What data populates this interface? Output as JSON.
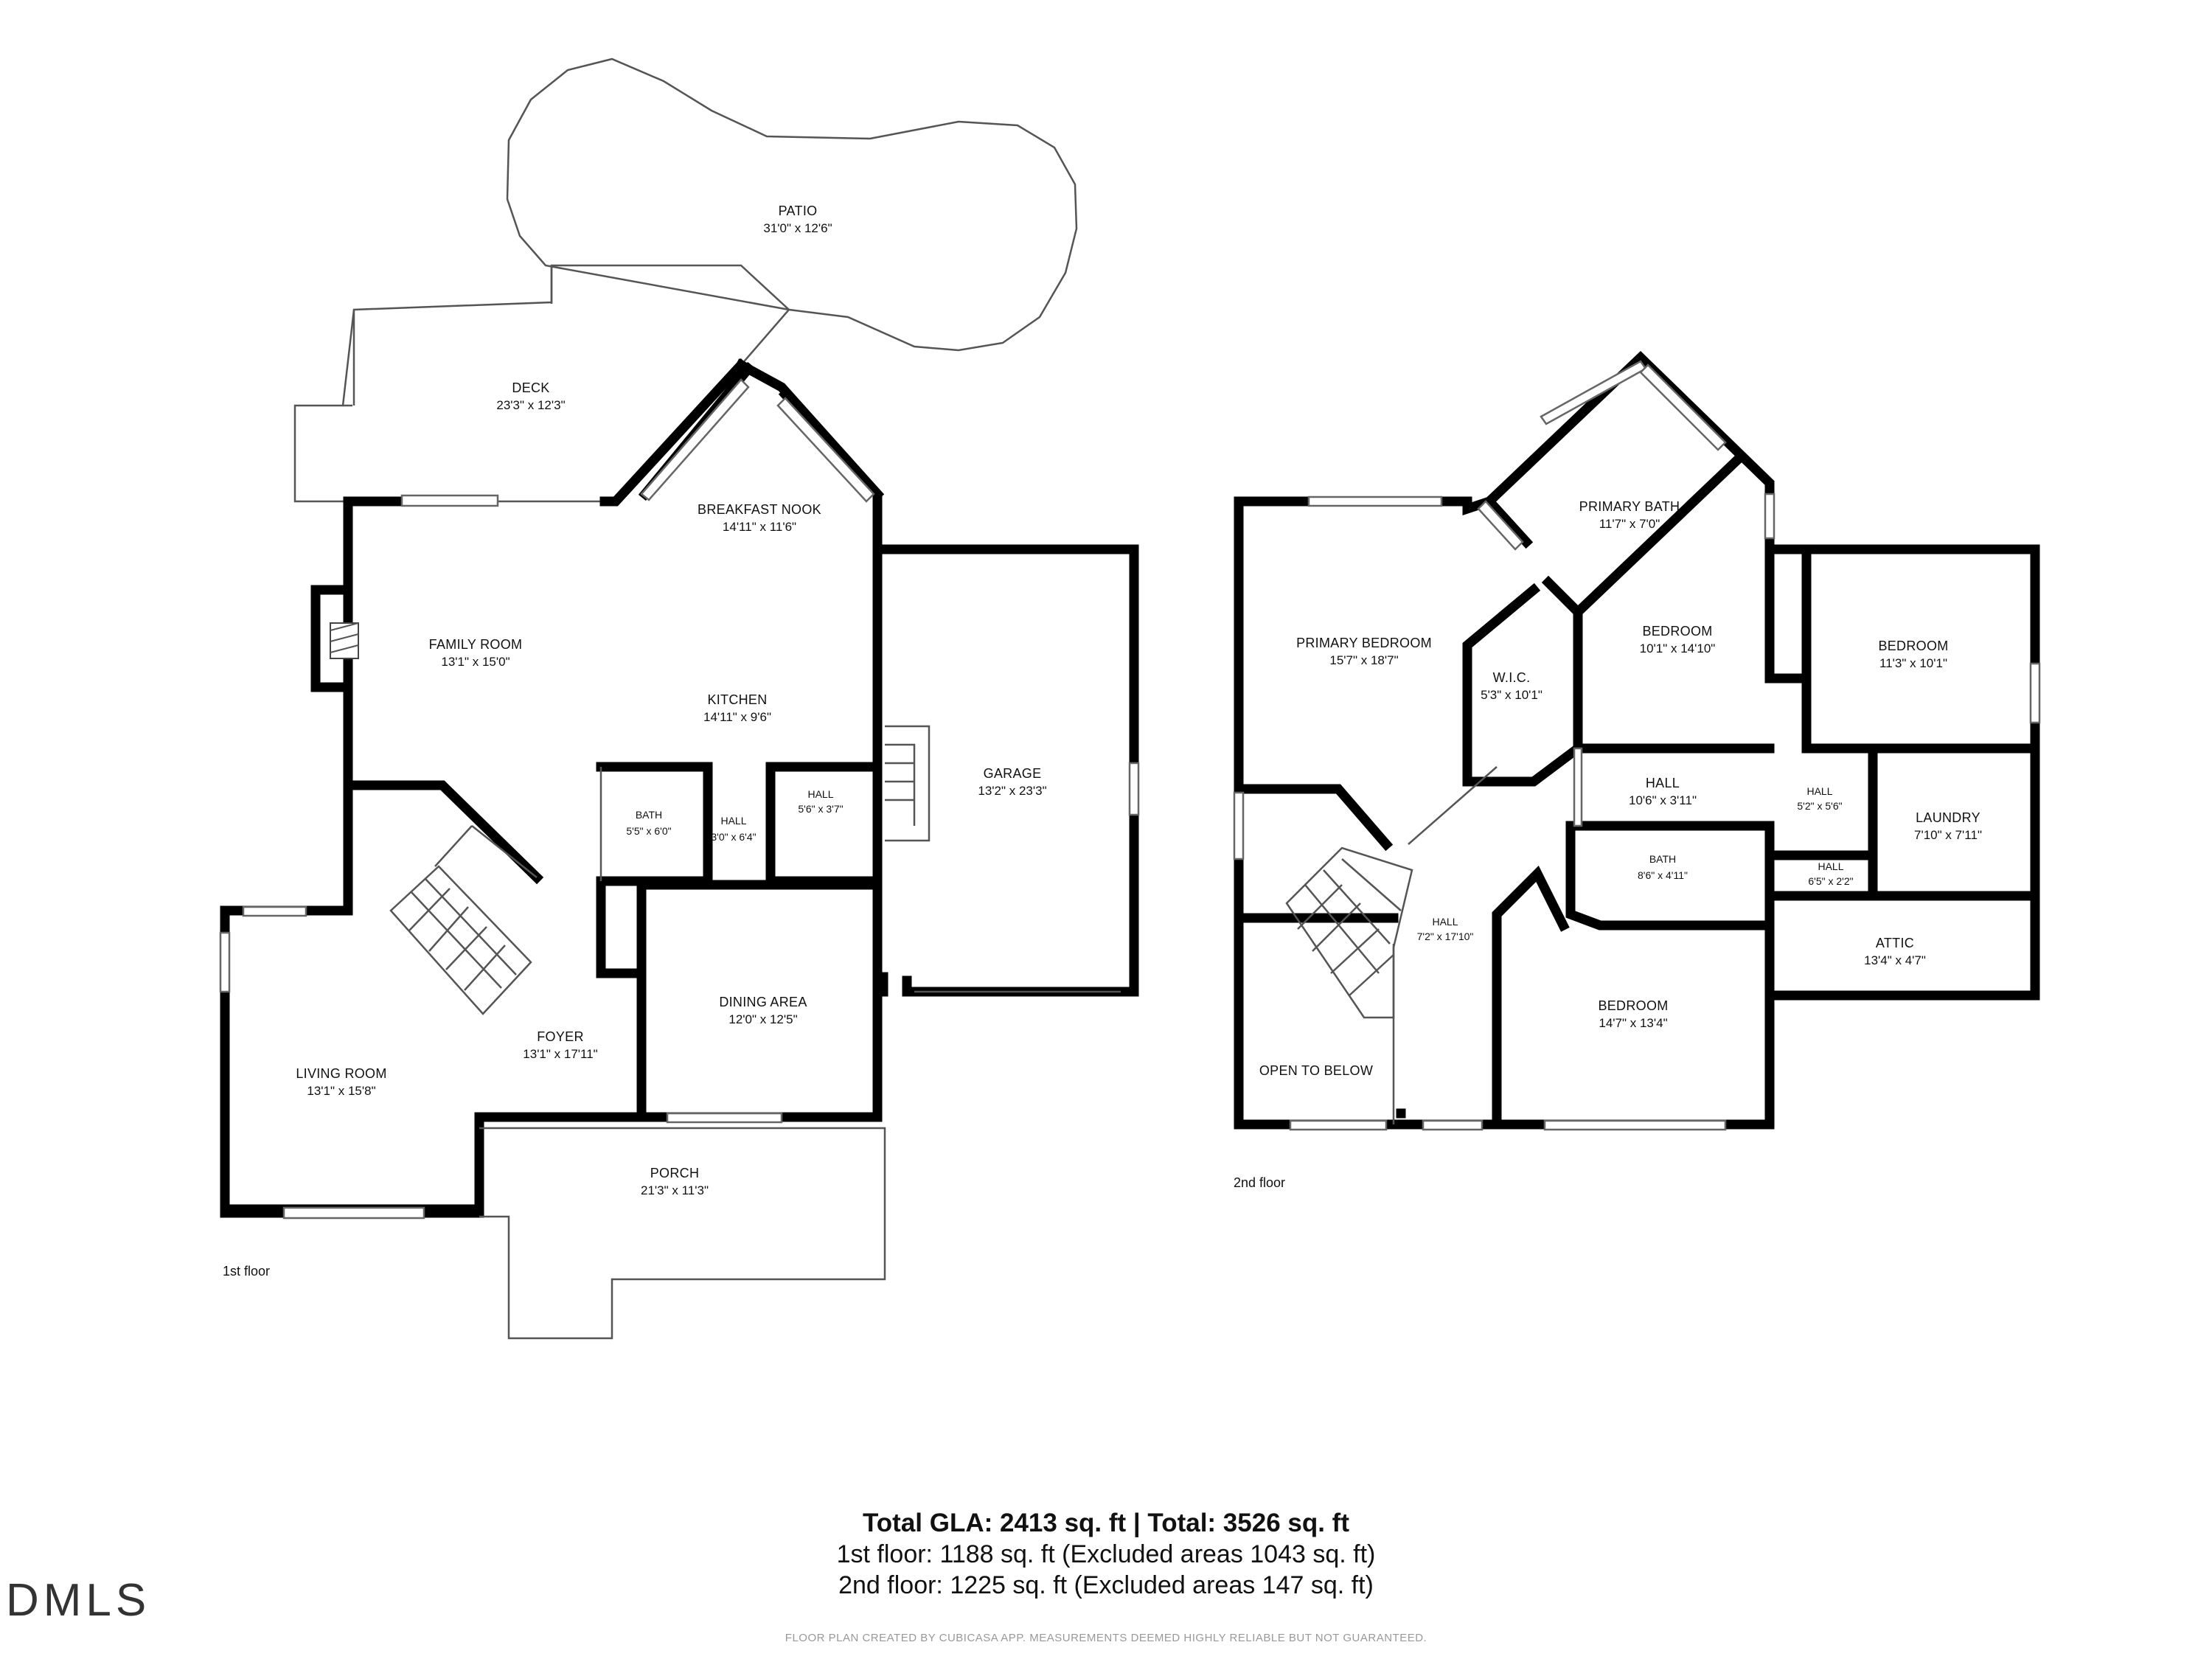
{
  "floor1": {
    "label": "1st floor",
    "rooms": [
      {
        "id": "patio",
        "name": "PATIO",
        "dims": "31'0\" x 12'6\""
      },
      {
        "id": "deck",
        "name": "DECK",
        "dims": "23'3\" x 12'3\""
      },
      {
        "id": "breakfast-nook",
        "name": "BREAKFAST NOOK",
        "dims": "14'11\" x 11'6\""
      },
      {
        "id": "family-room",
        "name": "FAMILY ROOM",
        "dims": "13'1\" x 15'0\""
      },
      {
        "id": "kitchen",
        "name": "KITCHEN",
        "dims": "14'11\" x 9'6\""
      },
      {
        "id": "garage",
        "name": "GARAGE",
        "dims": "13'2\" x 23'3\""
      },
      {
        "id": "bath",
        "name": "BATH",
        "dims": "5'5\" x 6'0\""
      },
      {
        "id": "hall-a",
        "name": "HALL",
        "dims": "3'0\" x 6'4\""
      },
      {
        "id": "hall-b",
        "name": "HALL",
        "dims": "5'6\" x 3'7\""
      },
      {
        "id": "dining-area",
        "name": "DINING AREA",
        "dims": "12'0\" x 12'5\""
      },
      {
        "id": "foyer",
        "name": "FOYER",
        "dims": "13'1\" x 17'11\""
      },
      {
        "id": "living-room",
        "name": "LIVING ROOM",
        "dims": "13'1\" x 15'8\""
      },
      {
        "id": "porch",
        "name": "PORCH",
        "dims": "21'3\" x 11'3\""
      }
    ]
  },
  "floor2": {
    "label": "2nd floor",
    "rooms": [
      {
        "id": "primary-bath",
        "name": "PRIMARY BATH",
        "dims": "11'7\" x 7'0\""
      },
      {
        "id": "primary-bedroom",
        "name": "PRIMARY BEDROOM",
        "dims": "15'7\" x 18'7\""
      },
      {
        "id": "wic",
        "name": "W.I.C.",
        "dims": "5'3\" x 10'1\""
      },
      {
        "id": "bedroom-a",
        "name": "BEDROOM",
        "dims": "10'1\" x 14'10\""
      },
      {
        "id": "bedroom-b",
        "name": "BEDROOM",
        "dims": "11'3\" x 10'1\""
      },
      {
        "id": "hall-main",
        "name": "HALL",
        "dims": "10'6\" x 3'11\""
      },
      {
        "id": "hall-small",
        "name": "HALL",
        "dims": "5'2\" x 5'6\""
      },
      {
        "id": "laundry",
        "name": "LAUNDRY",
        "dims": "7'10\" x 7'11\""
      },
      {
        "id": "bath2",
        "name": "BATH",
        "dims": "8'6\" x 4'11\""
      },
      {
        "id": "hall-tiny",
        "name": "HALL",
        "dims": "6'5\" x 2'2\""
      },
      {
        "id": "hall-long",
        "name": "HALL",
        "dims": "7'2\" x 17'10\""
      },
      {
        "id": "attic",
        "name": "ATTIC",
        "dims": "13'4\" x 4'7\""
      },
      {
        "id": "bedroom-c",
        "name": "BEDROOM",
        "dims": "14'7\" x 13'4\""
      },
      {
        "id": "open-to-below",
        "name": "OPEN TO BELOW",
        "dims": ""
      }
    ]
  },
  "summary": {
    "total": "Total GLA: 2413 sq. ft | Total: 3526 sq. ft",
    "floor1": "1st floor: 1188 sq. ft (Excluded areas 1043 sq. ft)",
    "floor2": "2nd floor: 1225 sq. ft (Excluded areas 147 sq. ft)"
  },
  "disclaimer": "FLOOR PLAN CREATED BY CUBICASA APP. MEASUREMENTS DEEMED HIGHLY RELIABLE BUT NOT GUARANTEED.",
  "logo": "DMLS"
}
